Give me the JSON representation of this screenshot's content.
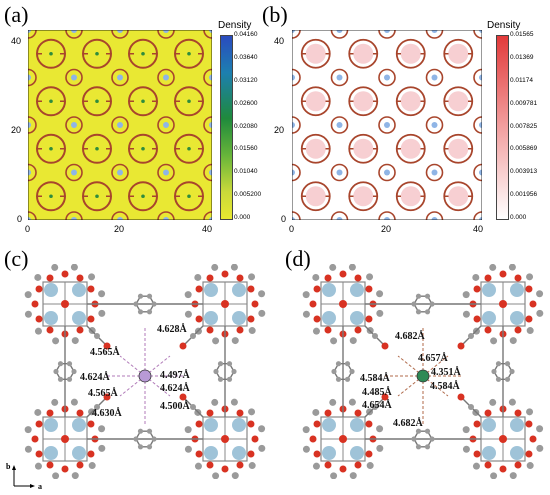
{
  "panels": {
    "a": {
      "label": "(a)",
      "colorbar": {
        "title": "Density",
        "ticks": [
          "0.04160",
          "0.03640",
          "0.03120",
          "0.02600",
          "0.02080",
          "0.01560",
          "0.01040",
          "0.005200",
          "0.000"
        ],
        "colors": [
          "#2a4bbf",
          "#1f8a3c",
          "#e7e830"
        ]
      },
      "x_ticks": [
        "0",
        "20",
        "40"
      ],
      "y_ticks": [
        "40",
        "20",
        "0"
      ]
    },
    "b": {
      "label": "(b)",
      "colorbar": {
        "title": "Density",
        "ticks": [
          "0.01565",
          "0.01369",
          "0.01174",
          "0.009781",
          "0.007825",
          "0.005869",
          "0.003913",
          "0.001956",
          "0.000"
        ],
        "colors": [
          "#e23a3a",
          "#ffffff"
        ]
      },
      "x_ticks": [
        "0",
        "20",
        "40"
      ],
      "y_ticks": [
        "40",
        "20",
        "0"
      ]
    },
    "c": {
      "label": "(c)",
      "distances": [
        "4.565Å",
        "4.628Å",
        "4.497Å",
        "4.624Å",
        "4.624Å",
        "4.565Å",
        "4.630Å",
        "4.500Å"
      ],
      "axis_b": "b",
      "axis_a": "a"
    },
    "d": {
      "label": "(d)",
      "distances": [
        "4.682Å",
        "4.657Å",
        "4.351Å",
        "4.584Å",
        "4.584Å",
        "4.485Å",
        "4.654Å",
        "4.682Å"
      ]
    }
  },
  "colors": {
    "framework": "#a8452c",
    "oxygen": "#d83222",
    "carbon": "#9a9a9a",
    "metal": "#9fc3d8",
    "guest_c": "#b89ad6",
    "guest_d": "#2e8a55"
  }
}
